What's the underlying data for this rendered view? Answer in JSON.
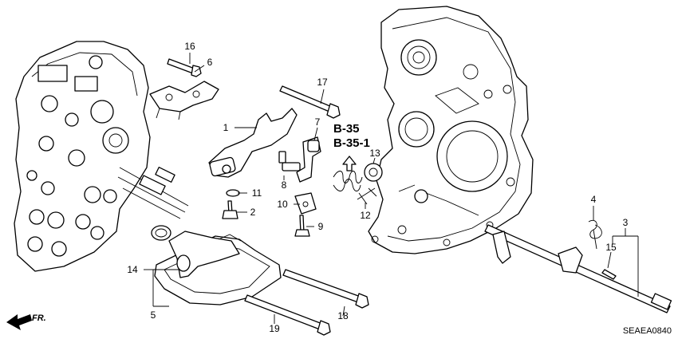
{
  "callouts": [
    "1",
    "2",
    "3",
    "4",
    "5",
    "6",
    "7",
    "8",
    "9",
    "10",
    "11",
    "12",
    "13",
    "14",
    "15",
    "16",
    "17",
    "18",
    "19"
  ],
  "references": [
    "B-35",
    "B-35-1"
  ],
  "direction_label": "FR.",
  "diagram_code": "SEAEA0840"
}
